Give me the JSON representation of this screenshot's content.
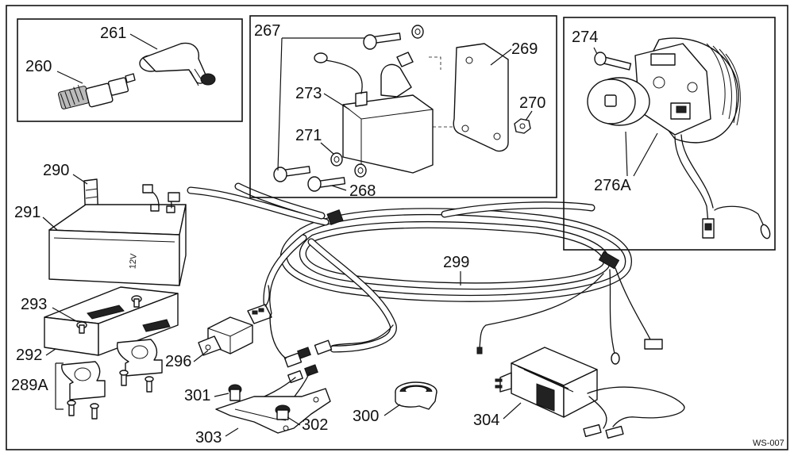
{
  "diagram": {
    "drawing_code": "WS-007",
    "labels": {
      "p260": "260",
      "p261": "261",
      "p267": "267",
      "p268": "268",
      "p269": "269",
      "p270": "270",
      "p271": "271",
      "p273": "273",
      "p274": "274",
      "p276a": "276A",
      "p289a": "289A",
      "p290": "290",
      "p291": "291",
      "p292": "292",
      "p293": "293",
      "p296": "296",
      "p299": "299",
      "p300": "300",
      "p301": "301",
      "p302": "302",
      "p303": "303",
      "p304": "304"
    },
    "battery_marking": "12V"
  }
}
